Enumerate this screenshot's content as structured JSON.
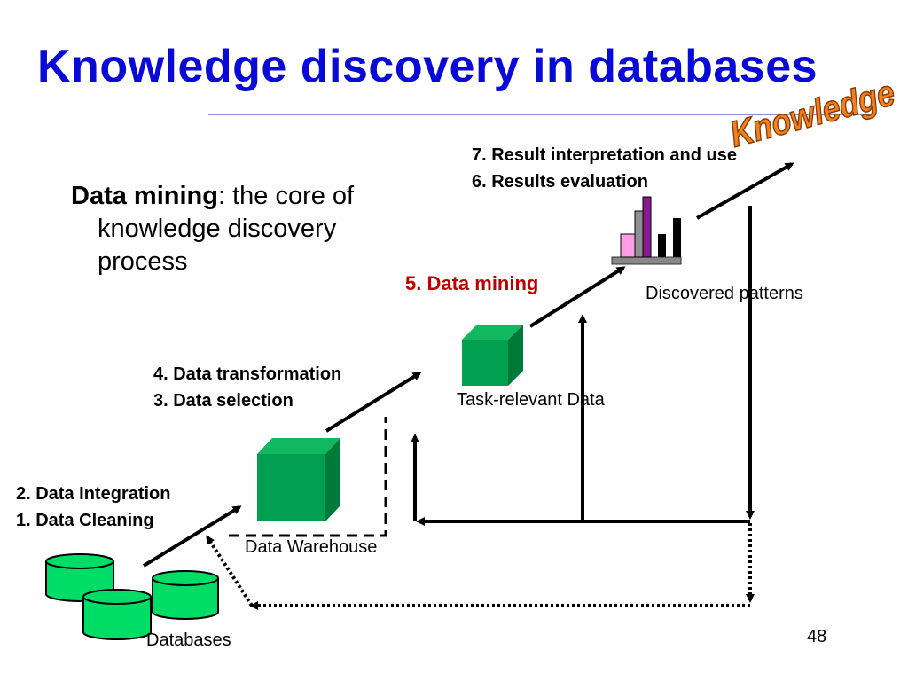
{
  "slide": {
    "title": "Knowledge discovery in databases",
    "wordart": "Knowledge",
    "subtitle": {
      "bold": "Data mining",
      "line1_rest": ": the core of",
      "line2": "knowledge discovery",
      "line3": "process"
    },
    "page_number": "48"
  },
  "diagram": {
    "steps": {
      "s7": "7. Result interpretation and use",
      "s6": "6. Results evaluation",
      "s5": "5. Data mining",
      "s4": "4. Data transformation",
      "s3": "3. Data selection",
      "s2": "2. Data Integration",
      "s1": "1. Data Cleaning"
    },
    "captions": {
      "patterns": "Discovered patterns",
      "task_data": "Task-relevant Data",
      "warehouse": "Data Warehouse",
      "databases": "Databases"
    }
  },
  "colors": {
    "title": "#0a0ad8",
    "cube": "#00a050",
    "db": "#00dd66",
    "highlight": "#c00000",
    "wordart": "#f08020"
  }
}
